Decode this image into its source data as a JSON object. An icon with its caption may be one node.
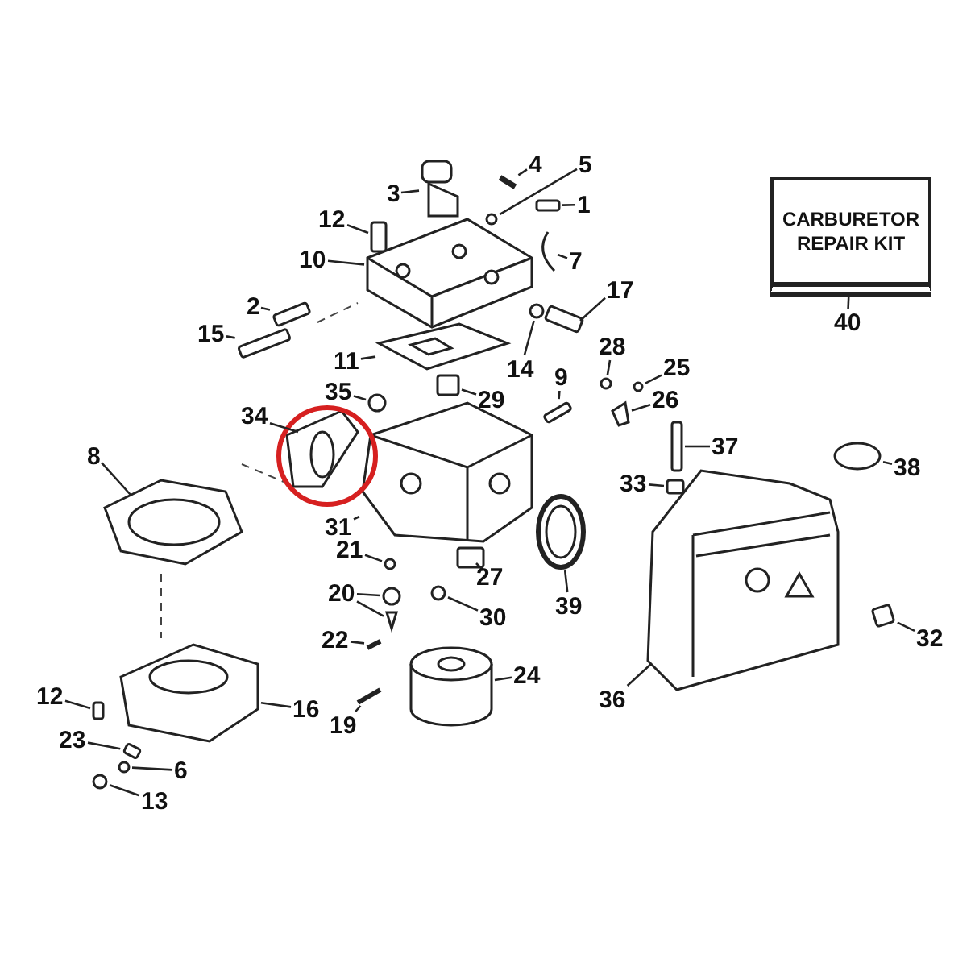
{
  "diagram": {
    "nodes": [
      {
        "text": [
          "4"
        ]
      },
      {
        "text": [
          "5"
        ]
      },
      {
        "text": [
          "3"
        ]
      },
      {
        "text": [
          "1"
        ]
      },
      {
        "text": [
          "CARBURETOR REPAIR KIT"
        ]
      },
      {
        "text": [
          "12"
        ]
      },
      {
        "text": [
          "10"
        ]
      },
      {
        "text": [
          "7"
        ]
      },
      {
        "text": [
          "17"
        ]
      },
      {
        "text": [
          "2"
        ]
      },
      {
        "text": [
          "40"
        ]
      },
      {
        "text": [
          "15"
        ]
      },
      {
        "text": [
          "28"
        ]
      },
      {
        "text": [
          "11"
        ]
      },
      {
        "text": [
          "25"
        ]
      },
      {
        "text": [
          "14"
        ]
      },
      {
        "text": [
          "9"
        ]
      },
      {
        "text": [
          "35"
        ]
      },
      {
        "text": [
          "29"
        ]
      },
      {
        "text": [
          "26"
        ]
      },
      {
        "text": [
          "34"
        ]
      },
      {
        "text": [
          "37"
        ]
      },
      {
        "text": [
          "8"
        ]
      },
      {
        "text": [
          "38"
        ]
      },
      {
        "text": [
          "33"
        ]
      },
      {
        "text": [
          "31"
        ]
      },
      {
        "text": [
          "21"
        ]
      },
      {
        "text": [
          "27"
        ]
      },
      {
        "text": [
          "20"
        ]
      },
      {
        "text": [
          "39"
        ]
      },
      {
        "text": [
          "30"
        ]
      },
      {
        "text": [
          "32"
        ]
      },
      {
        "text": [
          "22"
        ]
      },
      {
        "text": [
          "24"
        ]
      },
      {
        "text": [
          "36"
        ]
      },
      {
        "text": [
          "12"
        ]
      },
      {
        "text": [
          "16"
        ]
      },
      {
        "text": [
          "19"
        ]
      },
      {
        "text": [
          "23"
        ]
      },
      {
        "text": [
          "6"
        ]
      },
      {
        "text": [
          "13"
        ]
      },
      {
        "text": [],
        "shape": "bar"
      },
      {
        "text": [],
        "shape": "circle"
      },
      {
        "text": [],
        "shape": "picture"
      },
      {
        "text": [],
        "shape": "box"
      },
      {
        "text": [],
        "shape": "box"
      },
      {
        "text": [],
        "shape": "picture"
      },
      {
        "text": [],
        "shape": "picture"
      },
      {
        "text": [],
        "shape": "box"
      },
      {
        "text": [],
        "shape": "box"
      },
      {
        "text": [],
        "shape": "box"
      },
      {
        "text": [],
        "shape": "circle"
      },
      {
        "text": [],
        "shape": "picture"
      },
      {
        "text": [],
        "shape": "circle"
      },
      {
        "text": [],
        "shape": "circle"
      },
      {
        "text": [],
        "shape": "box"
      },
      {
        "text": [],
        "shape": "circle"
      },
      {
        "text": [],
        "shape": "box"
      },
      {
        "text": [],
        "shape": "picture"
      },
      {
        "text": [],
        "shape": "picture"
      },
      {
        "text": [],
        "shape": "box"
      },
      {
        "text": [],
        "shape": "picture"
      },
      {
        "text": [],
        "shape": "circle"
      },
      {
        "text": [],
        "shape": "box"
      },
      {
        "text": [],
        "shape": "picture"
      },
      {
        "text": [],
        "shape": "circle"
      },
      {
        "text": [],
        "shape": "box"
      },
      {
        "text": [],
        "shape": "circle"
      },
      {
        "text": [],
        "shape": "triangle"
      },
      {
        "text": [],
        "shape": "picture"
      },
      {
        "text": [],
        "shape": "circle"
      },
      {
        "text": [],
        "shape": "box"
      },
      {
        "text": [],
        "shape": "bar"
      },
      {
        "text": [],
        "shape": "cylinder"
      },
      {
        "text": [],
        "shape": "picture"
      },
      {
        "text": [],
        "shape": "box"
      },
      {
        "text": [],
        "shape": "picture"
      },
      {
        "text": [],
        "shape": "bar"
      },
      {
        "text": [],
        "shape": "box"
      },
      {
        "text": [],
        "shape": "circle"
      },
      {
        "text": [],
        "shape": "circle"
      }
    ],
    "edges": [
      {
        "from": 0,
        "to": 41,
        "arrow": "none"
      },
      {
        "from": 1,
        "to": 42,
        "arrow": "none"
      },
      {
        "from": 2,
        "to": 43,
        "arrow": "none"
      },
      {
        "from": 3,
        "to": 44,
        "arrow": "none"
      },
      {
        "from": 5,
        "to": 45,
        "arrow": "none"
      },
      {
        "from": 6,
        "to": 46,
        "arrow": "none"
      },
      {
        "from": 7,
        "to": 47,
        "arrow": "none"
      },
      {
        "from": 8,
        "to": 48,
        "arrow": "none"
      },
      {
        "from": 9,
        "to": 49,
        "arrow": "none"
      },
      {
        "from": 10,
        "to": 4,
        "arrow": "none"
      },
      {
        "from": 11,
        "to": 50,
        "arrow": "none"
      },
      {
        "from": 12,
        "to": 51,
        "arrow": "none"
      },
      {
        "from": 13,
        "to": 52,
        "arrow": "none"
      },
      {
        "from": 14,
        "to": 53,
        "arrow": "none"
      },
      {
        "from": 15,
        "to": 54,
        "arrow": "none"
      },
      {
        "from": 16,
        "to": 55,
        "arrow": "none"
      },
      {
        "from": 17,
        "to": 56,
        "arrow": "none"
      },
      {
        "from": 18,
        "to": 57,
        "arrow": "none"
      },
      {
        "from": 19,
        "to": 58,
        "arrow": "none"
      },
      {
        "from": 20,
        "to": 59,
        "arrow": "none"
      },
      {
        "from": 21,
        "to": 60,
        "arrow": "none"
      },
      {
        "from": 22,
        "to": 61,
        "arrow": "none"
      },
      {
        "from": 23,
        "to": 62,
        "arrow": "none"
      },
      {
        "from": 24,
        "to": 63,
        "arrow": "none"
      },
      {
        "from": 25,
        "to": 64,
        "arrow": "none"
      },
      {
        "from": 26,
        "to": 65,
        "arrow": "none"
      },
      {
        "from": 27,
        "to": 66,
        "arrow": "none"
      },
      {
        "from": 28,
        "to": 67,
        "arrow": "none"
      },
      {
        "from": 28,
        "to": 68,
        "arrow": "none"
      },
      {
        "from": 29,
        "to": 69,
        "arrow": "none"
      },
      {
        "from": 30,
        "to": 70,
        "arrow": "none"
      },
      {
        "from": 31,
        "to": 71,
        "arrow": "none"
      },
      {
        "from": 32,
        "to": 72,
        "arrow": "none"
      },
      {
        "from": 33,
        "to": 73,
        "arrow": "none"
      },
      {
        "from": 34,
        "to": 74,
        "arrow": "none"
      },
      {
        "from": 35,
        "to": 75,
        "arrow": "none"
      },
      {
        "from": 36,
        "to": 76,
        "arrow": "none"
      },
      {
        "from": 37,
        "to": 77,
        "arrow": "none"
      },
      {
        "from": 38,
        "to": 78,
        "arrow": "none"
      },
      {
        "from": 39,
        "to": 79,
        "arrow": "none"
      },
      {
        "from": 40,
        "to": 80,
        "arrow": "none"
      }
    ]
  }
}
